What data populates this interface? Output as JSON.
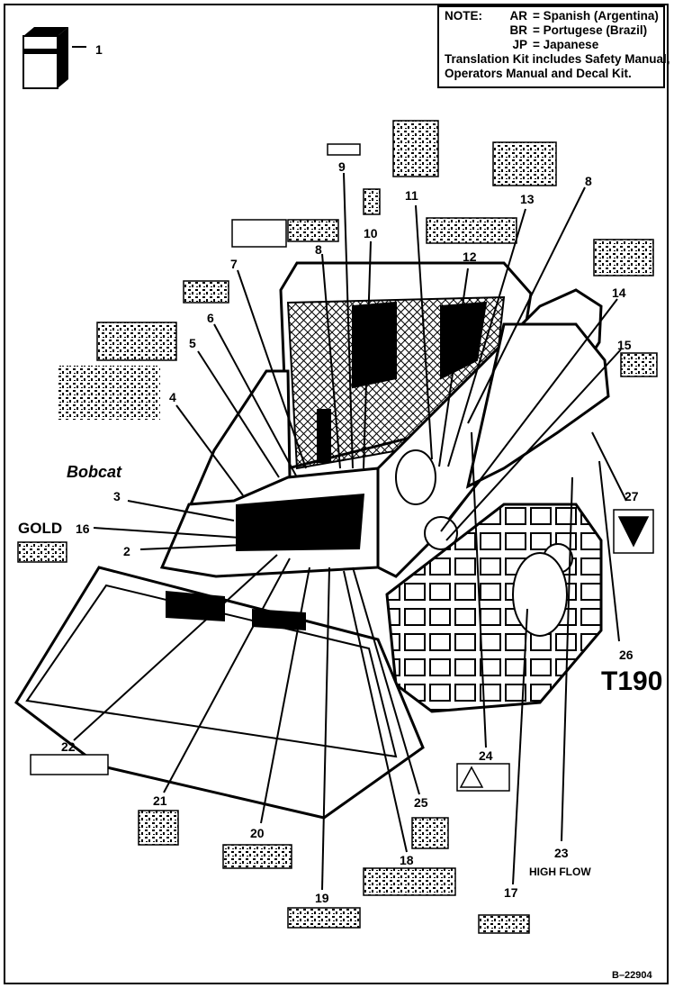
{
  "note": {
    "title": "NOTE:",
    "rows": [
      {
        "code": "AR",
        "eq": "=",
        "text": "Spanish (Argentina)"
      },
      {
        "code": "BR",
        "eq": "=",
        "text": "Portugese (Brazil)"
      },
      {
        "code": "JP",
        "eq": "=",
        "text": "Japanese"
      }
    ],
    "footer_line1": "Translation Kit includes Safety Manual,",
    "footer_line2": "Operators Manual and Decal Kit."
  },
  "callouts": [
    "1",
    "2",
    "3",
    "4",
    "5",
    "6",
    "7",
    "8",
    "8",
    "9",
    "10",
    "11",
    "12",
    "13",
    "14",
    "15",
    "16",
    "17",
    "18",
    "19",
    "20",
    "21",
    "22",
    "23",
    "24",
    "25",
    "26",
    "27"
  ],
  "labels": {
    "gold": "GOLD",
    "high_flow": "HIGH FLOW",
    "model": "T190",
    "doc_number": "B–22904",
    "brand": "Bobcat"
  },
  "colors": {
    "ink": "#000000",
    "paper": "#ffffff"
  }
}
